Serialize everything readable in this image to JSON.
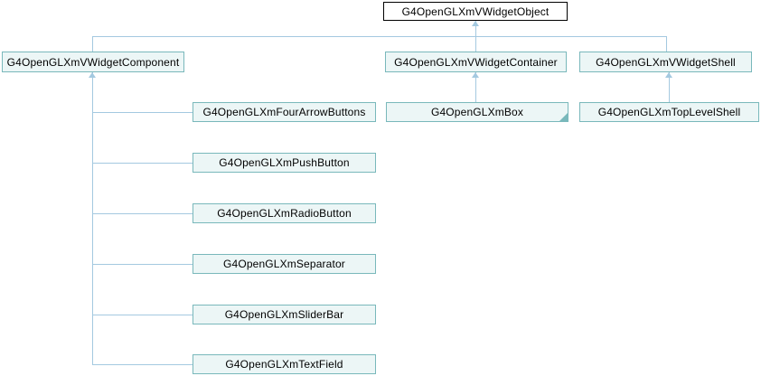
{
  "diagram": {
    "kind": "class-inheritance-graph"
  },
  "colors": {
    "background": "#ffffff",
    "text": "#000000",
    "edge": "#a4c9e0",
    "node_border": "#79b8bb",
    "node_fill": "#ecf6f6",
    "root_border": "#000000",
    "root_fill": "#ffffff"
  },
  "nodes": {
    "object": {
      "label": "G4OpenGLXmVWidgetObject"
    },
    "component": {
      "label": "G4OpenGLXmVWidgetComponent"
    },
    "container": {
      "label": "G4OpenGLXmVWidgetContainer"
    },
    "shell": {
      "label": "G4OpenGLXmVWidgetShell"
    },
    "four_arrow_buttons": {
      "label": "G4OpenGLXmFourArrowButtons"
    },
    "box": {
      "label": "G4OpenGLXmBox",
      "truncated": true
    },
    "top_level_shell": {
      "label": "G4OpenGLXmTopLevelShell"
    },
    "push_button": {
      "label": "G4OpenGLXmPushButton"
    },
    "radio_button": {
      "label": "G4OpenGLXmRadioButton"
    },
    "separator": {
      "label": "G4OpenGLXmSeparator"
    },
    "slider_bar": {
      "label": "G4OpenGLXmSliderBar"
    },
    "text_field": {
      "label": "G4OpenGLXmTextField"
    }
  },
  "edges": [
    {
      "from": "G4OpenGLXmVWidgetComponent",
      "to": "G4OpenGLXmVWidgetObject"
    },
    {
      "from": "G4OpenGLXmVWidgetContainer",
      "to": "G4OpenGLXmVWidgetObject"
    },
    {
      "from": "G4OpenGLXmVWidgetShell",
      "to": "G4OpenGLXmVWidgetObject"
    },
    {
      "from": "G4OpenGLXmFourArrowButtons",
      "to": "G4OpenGLXmVWidgetComponent"
    },
    {
      "from": "G4OpenGLXmPushButton",
      "to": "G4OpenGLXmVWidgetComponent"
    },
    {
      "from": "G4OpenGLXmRadioButton",
      "to": "G4OpenGLXmVWidgetComponent"
    },
    {
      "from": "G4OpenGLXmSeparator",
      "to": "G4OpenGLXmVWidgetComponent"
    },
    {
      "from": "G4OpenGLXmSliderBar",
      "to": "G4OpenGLXmVWidgetComponent"
    },
    {
      "from": "G4OpenGLXmTextField",
      "to": "G4OpenGLXmVWidgetComponent"
    },
    {
      "from": "G4OpenGLXmBox",
      "to": "G4OpenGLXmVWidgetContainer"
    },
    {
      "from": "G4OpenGLXmTopLevelShell",
      "to": "G4OpenGLXmVWidgetShell"
    }
  ]
}
